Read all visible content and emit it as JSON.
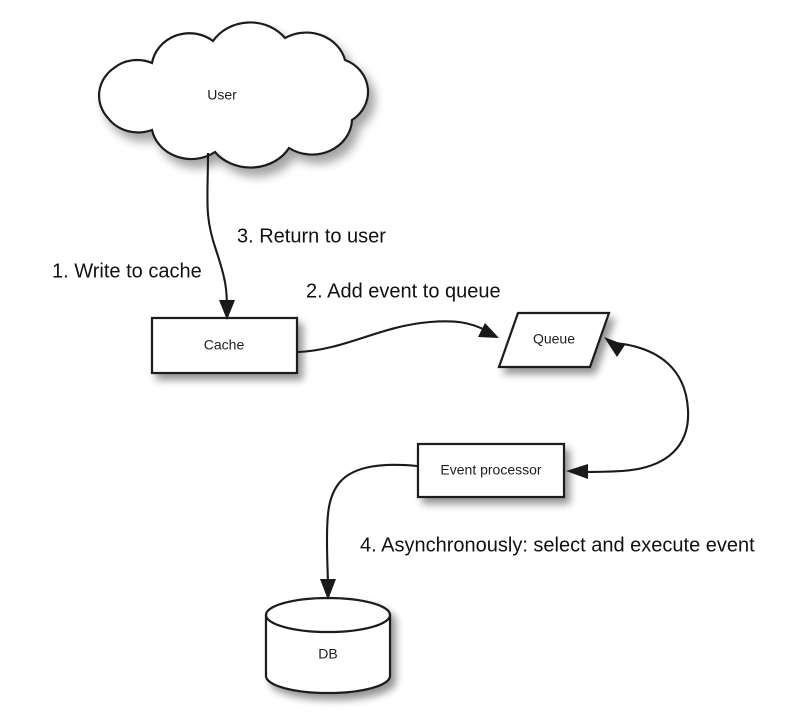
{
  "diagram": {
    "background_color": "#ffffff",
    "stroke_color": "#1a1a1a",
    "shape_fill": "#ffffff",
    "label_color": "#111111",
    "nodes": [
      {
        "id": "user",
        "label": "User",
        "shape": "cloud"
      },
      {
        "id": "cache",
        "label": "Cache",
        "shape": "rectangle"
      },
      {
        "id": "queue",
        "label": "Queue",
        "shape": "parallelogram"
      },
      {
        "id": "event-processor",
        "label": "Event processor",
        "shape": "rectangle"
      },
      {
        "id": "db",
        "label": "DB",
        "shape": "cylinder"
      }
    ],
    "edges": [
      {
        "id": "user-to-cache",
        "from": "user",
        "to": "cache",
        "label": "3. Return to user",
        "direction": "one-way"
      },
      {
        "id": "write-to-cache",
        "from": "user",
        "to": "cache",
        "label": "1. Write to cache",
        "direction": "one-way"
      },
      {
        "id": "cache-to-queue",
        "from": "cache",
        "to": "queue",
        "label": "2. Add event to queue",
        "direction": "one-way"
      },
      {
        "id": "queue-event-processor",
        "from": "queue",
        "to": "event-processor",
        "label": "",
        "direction": "two-way"
      },
      {
        "id": "event-processor-to-db",
        "from": "event-processor",
        "to": "db",
        "label": "4. Asynchronously: select and execute event",
        "direction": "one-way"
      }
    ],
    "step_labels": [
      {
        "id": "step-1",
        "text": "1. Write to cache"
      },
      {
        "id": "step-2",
        "text": "2. Add event to queue"
      },
      {
        "id": "step-3",
        "text": "3. Return to user"
      },
      {
        "id": "step-4",
        "text": "4. Asynchronously: select and execute event"
      }
    ]
  }
}
